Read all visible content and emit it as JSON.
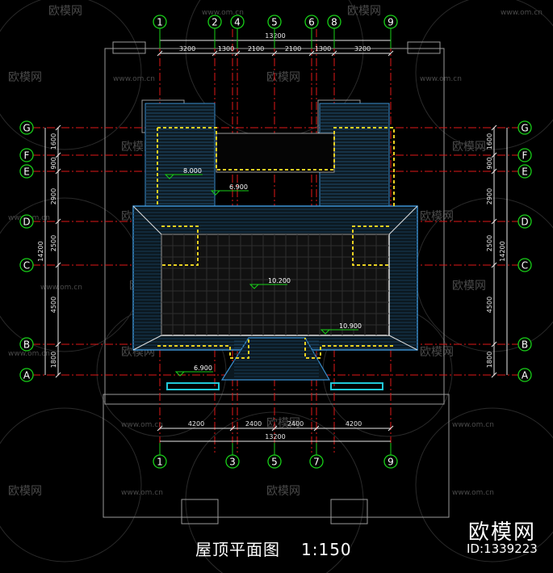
{
  "drawing": {
    "title": "屋顶平面图",
    "scale": "1:150"
  },
  "brand": {
    "name": "欧模网",
    "id": "ID:1339223"
  },
  "watermark": {
    "logo": "欧模网",
    "url": "www.om.cn"
  },
  "axes": {
    "top": [
      "1",
      "2",
      "4",
      "5",
      "6",
      "8",
      "9"
    ],
    "bottom": [
      "1",
      "3",
      "5",
      "7",
      "9"
    ],
    "left": [
      "G",
      "F",
      "E",
      "D",
      "C",
      "B",
      "A"
    ],
    "right": [
      "G",
      "F",
      "E",
      "D",
      "C",
      "B",
      "A"
    ]
  },
  "dimensions": {
    "top_segments": [
      "3200",
      "1300",
      "2100",
      "2100",
      "1300",
      "3200"
    ],
    "top_total": "13200",
    "bottom_segments": [
      "4200",
      "2400",
      "2400",
      "4200"
    ],
    "bottom_total": "13200",
    "left_segments": [
      "1600",
      "900",
      "2900",
      "2500",
      "4500",
      "1800"
    ],
    "left_total": "14200",
    "right_segments": [
      "1600",
      "900",
      "2900",
      "2500",
      "4500",
      "1800"
    ],
    "right_total": "14200"
  },
  "elevations": {
    "e1": "8.000",
    "e2": "6.900",
    "e3": "10.200",
    "e4": "10.900",
    "e5": "6.900"
  },
  "colors": {
    "background": "#000000",
    "axis_bubble": "#18d018",
    "axis_line": "#e01818",
    "dimension": "#e8e8e8",
    "roof_blue": "#3a8fd0",
    "gutter_yellow": "#e8d020",
    "glass_cyan": "#20c8d8",
    "wall": "#9a9a9a"
  }
}
